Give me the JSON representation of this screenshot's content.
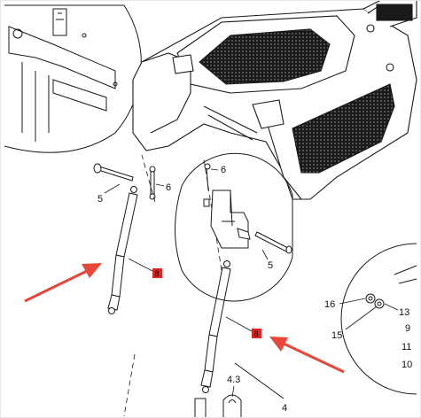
{
  "callouts": {
    "bolt_top": "5",
    "pin_top": "6",
    "pin_detail": "6",
    "bolt_detail": "5",
    "strut_left_tag": "8",
    "strut_right_tag": "8",
    "part_16": "16",
    "part_15": "15",
    "part_13": "13",
    "part_9": "9",
    "part_11": "11",
    "part_10": "10",
    "part_4_3": "4.3",
    "part_4": "4"
  },
  "colors": {
    "line": "#1a1a1a",
    "arrow": "#e8473a",
    "tag": "#e02424"
  }
}
